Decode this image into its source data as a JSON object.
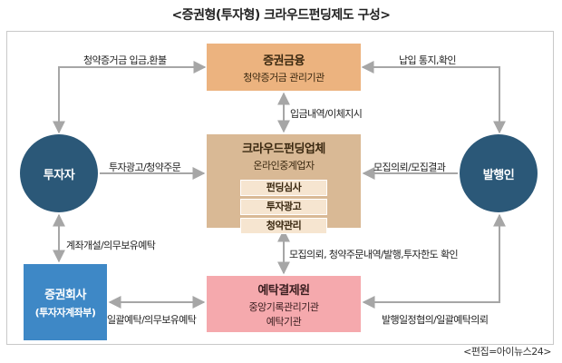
{
  "title": "<증권형(투자형) 크라우드펀딩제도 구성>",
  "nodes": {
    "finance": {
      "name": "증권금융",
      "desc": "청약증거금 관리기관"
    },
    "platform": {
      "name": "크라우드펀딩업체",
      "desc": "온라인중계업자",
      "items": [
        "펀딩심사",
        "투자광고",
        "청약관리"
      ]
    },
    "investor": {
      "name": "투자자"
    },
    "issuer": {
      "name": "발행인"
    },
    "securities": {
      "name": "증권회사",
      "desc": "(투자자계좌부)"
    },
    "settlement": {
      "name": "예탁결제원",
      "desc1": "중앙기록관리기관",
      "desc2": "예탁기관"
    }
  },
  "edges": {
    "investor_finance": "청약증거금 입금,환불",
    "issuer_finance": "납입 통지,확인",
    "finance_platform": "입금내역/이체지시",
    "investor_platform": "투자광고/청약주문",
    "issuer_platform": "모집의뢰/모집결과",
    "investor_securities": "계좌개설/의무보유예탁",
    "platform_settlement": "모집의뢰, 청약주문내역/발행,투자한도 확인",
    "securities_settlement": "일괄예탁/의무보유예탁",
    "issuer_settlement": "발행일정협의/일괄예탁의뢰"
  },
  "credit": "<편집=아이뉴스24>",
  "colors": {
    "finance": "#ecb37f",
    "platform": "#d9b995",
    "settlement": "#f5a9ad",
    "securities": "#3e88c6",
    "circles": "#2b5878"
  }
}
